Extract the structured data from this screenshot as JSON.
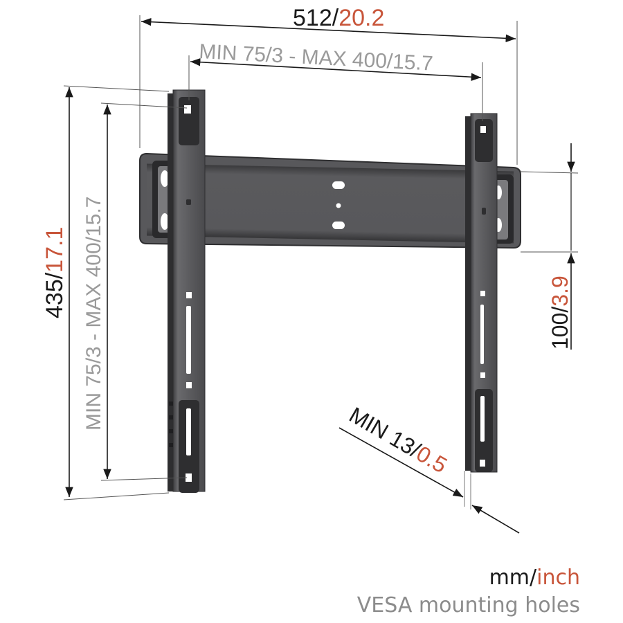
{
  "colors": {
    "dimension_black": "#1a1a1a",
    "dimension_gray": "#9a9a9a",
    "inch_accent": "#c8553a",
    "bracket_dark": "#4a4a4c",
    "bracket_mid": "#6b6b6e",
    "pad_dark": "#2e2e30"
  },
  "dimensions": {
    "overall_width": {
      "mm": "512/",
      "inch": "20.2"
    },
    "vesa_horizontal": {
      "text": "MIN 75/3 - MAX 400/15.7"
    },
    "overall_height": {
      "mm": "435/",
      "inch": "17.1"
    },
    "vesa_vertical": {
      "text": "MIN 75/3 - MAX 400/15.7"
    },
    "plate_height": {
      "mm": "100/",
      "inch": "3.9"
    },
    "wall_distance": {
      "mm": "MIN 13/",
      "inch": "0.5"
    }
  },
  "legend": {
    "units_mm": "mm/",
    "units_inch": "inch",
    "vesa_note": "VESA mounting holes"
  }
}
